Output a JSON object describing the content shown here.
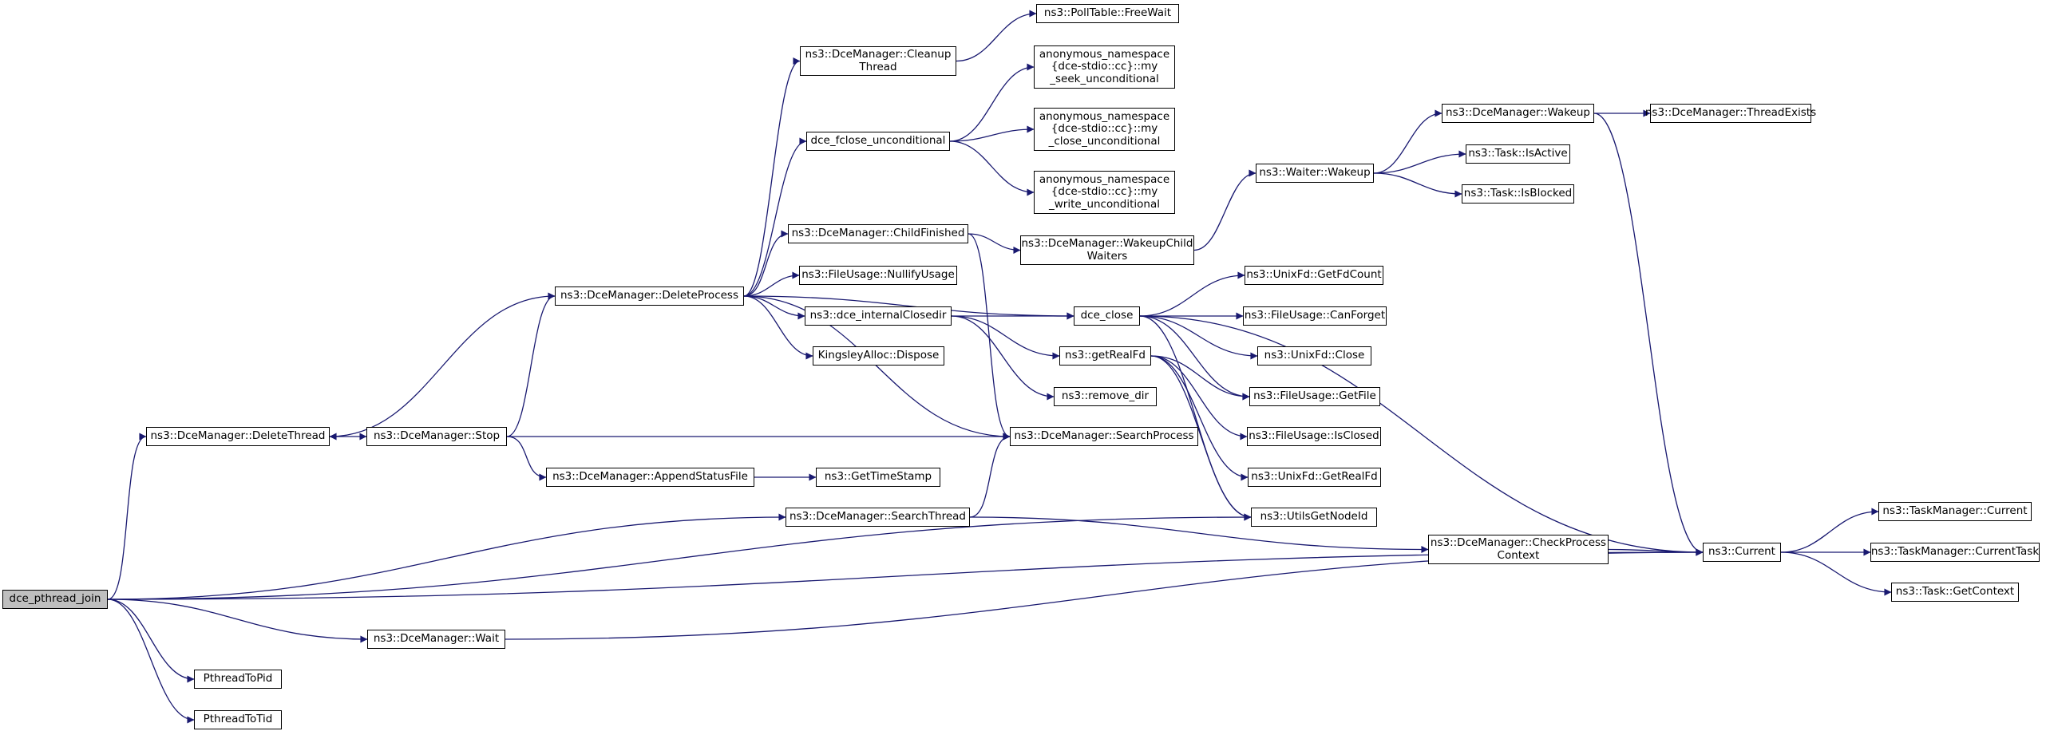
{
  "colors": {
    "edge": "#191970",
    "node_border": "#000000",
    "node_fill": "#ffffff",
    "root_fill": "#bfbfbf"
  },
  "nodes": {
    "dce_pthread_join": {
      "lines": [
        "dce_pthread_join"
      ]
    },
    "DeleteThread": {
      "lines": [
        "ns3::DceManager::DeleteThread"
      ]
    },
    "DeleteProcess": {
      "lines": [
        "ns3::DceManager::DeleteProcess"
      ]
    },
    "Stop": {
      "lines": [
        "ns3::DceManager::Stop"
      ]
    },
    "AppendStatusFile": {
      "lines": [
        "ns3::DceManager::AppendStatusFile"
      ]
    },
    "SearchThread": {
      "lines": [
        "ns3::DceManager::SearchThread"
      ]
    },
    "Wait": {
      "lines": [
        "ns3::DceManager::Wait"
      ]
    },
    "PthreadToPid": {
      "lines": [
        "PthreadToPid"
      ]
    },
    "PthreadToTid": {
      "lines": [
        "PthreadToTid"
      ]
    },
    "CleanupThread": {
      "lines": [
        "ns3::DceManager::Cleanup",
        "Thread"
      ]
    },
    "dce_fclose_unconditional": {
      "lines": [
        "dce_fclose_unconditional"
      ]
    },
    "ChildFinished": {
      "lines": [
        "ns3::DceManager::ChildFinished"
      ]
    },
    "NullifyUsage": {
      "lines": [
        "ns3::FileUsage::NullifyUsage"
      ]
    },
    "dce_internalClosedir": {
      "lines": [
        "ns3::dce_internalClosedir"
      ]
    },
    "KingsleyDispose": {
      "lines": [
        "KingsleyAlloc::Dispose"
      ]
    },
    "GetTimeStamp": {
      "lines": [
        "ns3::GetTimeStamp"
      ]
    },
    "FreeWait": {
      "lines": [
        "ns3::PollTable::FreeWait"
      ]
    },
    "seek_unconditional": {
      "lines": [
        "anonymous_namespace",
        "{dce-stdio::cc}::my",
        "_seek_unconditional"
      ]
    },
    "close_unconditional": {
      "lines": [
        "anonymous_namespace",
        "{dce-stdio::cc}::my",
        "_close_unconditional"
      ]
    },
    "write_unconditional": {
      "lines": [
        "anonymous_namespace",
        "{dce-stdio::cc}::my",
        "_write_unconditional"
      ]
    },
    "WakeupChildWaiters": {
      "lines": [
        "ns3::DceManager::WakeupChild",
        "Waiters"
      ]
    },
    "dce_close": {
      "lines": [
        "dce_close"
      ]
    },
    "getRealFd": {
      "lines": [
        "ns3::getRealFd"
      ]
    },
    "remove_dir": {
      "lines": [
        "ns3::remove_dir"
      ]
    },
    "SearchProcess": {
      "lines": [
        "ns3::DceManager::SearchProcess"
      ]
    },
    "WaiterWakeup": {
      "lines": [
        "ns3::Waiter::Wakeup"
      ]
    },
    "GetFdCount": {
      "lines": [
        "ns3::UnixFd::GetFdCount"
      ]
    },
    "CanForget": {
      "lines": [
        "ns3::FileUsage::CanForget"
      ]
    },
    "UnixFdClose": {
      "lines": [
        "ns3::UnixFd::Close"
      ]
    },
    "GetFile": {
      "lines": [
        "ns3::FileUsage::GetFile"
      ]
    },
    "IsClosed": {
      "lines": [
        "ns3::FileUsage::IsClosed"
      ]
    },
    "GetRealFd": {
      "lines": [
        "ns3::UnixFd::GetRealFd"
      ]
    },
    "UtilsGetNodeId": {
      "lines": [
        "ns3::UtilsGetNodeId"
      ]
    },
    "DceWakeup": {
      "lines": [
        "ns3::DceManager::Wakeup"
      ]
    },
    "ThreadExists": {
      "lines": [
        "ns3::DceManager::ThreadExists"
      ]
    },
    "IsActive": {
      "lines": [
        "ns3::Task::IsActive"
      ]
    },
    "IsBlocked": {
      "lines": [
        "ns3::Task::IsBlocked"
      ]
    },
    "CheckProcessContext": {
      "lines": [
        "ns3::DceManager::CheckProcess",
        "Context"
      ]
    },
    "Current": {
      "lines": [
        "ns3::Current"
      ]
    },
    "TMCurrent": {
      "lines": [
        "ns3::TaskManager::Current"
      ]
    },
    "TMCurrentTask": {
      "lines": [
        "ns3::TaskManager::CurrentTask"
      ]
    },
    "GetContext": {
      "lines": [
        "ns3::Task::GetContext"
      ]
    }
  },
  "edges": [
    [
      "dce_pthread_join",
      "DeleteThread"
    ],
    [
      "dce_pthread_join",
      "SearchThread"
    ],
    [
      "dce_pthread_join",
      "UtilsGetNodeId"
    ],
    [
      "dce_pthread_join",
      "Current"
    ],
    [
      "dce_pthread_join",
      "Wait"
    ],
    [
      "dce_pthread_join",
      "PthreadToPid"
    ],
    [
      "dce_pthread_join",
      "PthreadToTid"
    ],
    [
      "DeleteThread",
      "Stop"
    ],
    [
      "DeleteProcess",
      "DeleteThread"
    ],
    [
      "Stop",
      "DeleteProcess"
    ],
    [
      "Stop",
      "SearchProcess"
    ],
    [
      "Stop",
      "AppendStatusFile"
    ],
    [
      "AppendStatusFile",
      "GetTimeStamp"
    ],
    [
      "DeleteProcess",
      "CleanupThread"
    ],
    [
      "DeleteProcess",
      "dce_fclose_unconditional"
    ],
    [
      "DeleteProcess",
      "dce_close"
    ],
    [
      "DeleteProcess",
      "ChildFinished"
    ],
    [
      "DeleteProcess",
      "NullifyUsage"
    ],
    [
      "DeleteProcess",
      "dce_internalClosedir"
    ],
    [
      "DeleteProcess",
      "KingsleyDispose"
    ],
    [
      "DeleteProcess",
      "SearchProcess"
    ],
    [
      "CleanupThread",
      "FreeWait"
    ],
    [
      "dce_fclose_unconditional",
      "seek_unconditional"
    ],
    [
      "dce_fclose_unconditional",
      "close_unconditional"
    ],
    [
      "dce_fclose_unconditional",
      "write_unconditional"
    ],
    [
      "ChildFinished",
      "WakeupChildWaiters"
    ],
    [
      "ChildFinished",
      "SearchProcess"
    ],
    [
      "dce_internalClosedir",
      "dce_close"
    ],
    [
      "dce_internalClosedir",
      "getRealFd"
    ],
    [
      "dce_internalClosedir",
      "remove_dir"
    ],
    [
      "WakeupChildWaiters",
      "WaiterWakeup"
    ],
    [
      "WaiterWakeup",
      "DceWakeup"
    ],
    [
      "WaiterWakeup",
      "IsActive"
    ],
    [
      "WaiterWakeup",
      "IsBlocked"
    ],
    [
      "DceWakeup",
      "ThreadExists"
    ],
    [
      "DceWakeup",
      "Current"
    ],
    [
      "dce_close",
      "GetFdCount"
    ],
    [
      "dce_close",
      "CanForget"
    ],
    [
      "dce_close",
      "UnixFdClose"
    ],
    [
      "dce_close",
      "GetFile"
    ],
    [
      "dce_close",
      "Current"
    ],
    [
      "dce_close",
      "UtilsGetNodeId"
    ],
    [
      "getRealFd",
      "GetFile"
    ],
    [
      "getRealFd",
      "IsClosed"
    ],
    [
      "getRealFd",
      "GetRealFd"
    ],
    [
      "getRealFd",
      "UtilsGetNodeId"
    ],
    [
      "SearchThread",
      "SearchProcess"
    ],
    [
      "SearchThread",
      "CheckProcessContext"
    ],
    [
      "CheckProcessContext",
      "Current"
    ],
    [
      "Wait",
      "Current"
    ],
    [
      "Current",
      "TMCurrent"
    ],
    [
      "Current",
      "TMCurrentTask"
    ],
    [
      "Current",
      "GetContext"
    ]
  ]
}
